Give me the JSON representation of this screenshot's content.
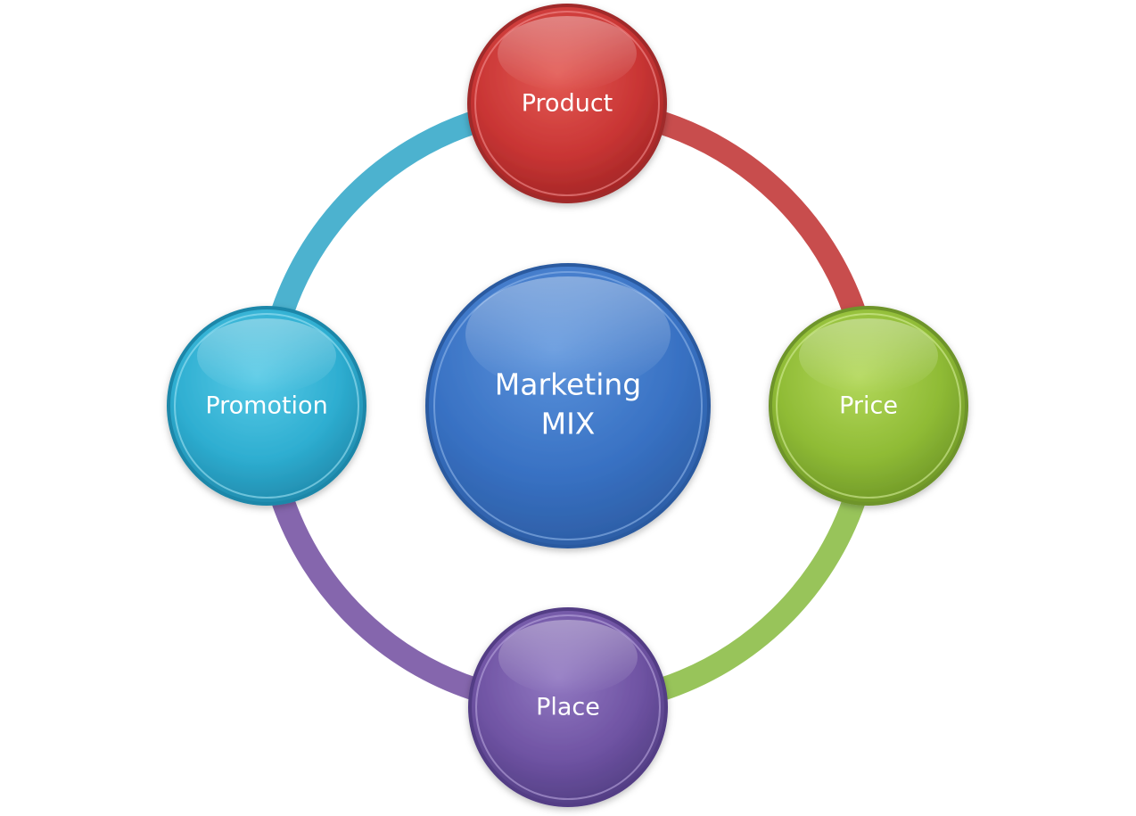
{
  "diagram": {
    "center": {
      "line1": "Marketing",
      "line2": "MIX",
      "color": "#3a73c7"
    },
    "nodes": [
      {
        "id": "product",
        "label": "Product",
        "color": "#c93a3a",
        "position": "top"
      },
      {
        "id": "price",
        "label": "Price",
        "color": "#8fbf3a",
        "position": "right"
      },
      {
        "id": "place",
        "label": "Place",
        "color": "#7055a5",
        "position": "bottom"
      },
      {
        "id": "promotion",
        "label": "Promotion",
        "color": "#33b3d5",
        "position": "left"
      }
    ],
    "ring_colors": {
      "top_right": "#c84d4d",
      "bottom_right": "#98c45a",
      "bottom_left": "#8566ad",
      "top_left": "#4cb2cf"
    }
  }
}
